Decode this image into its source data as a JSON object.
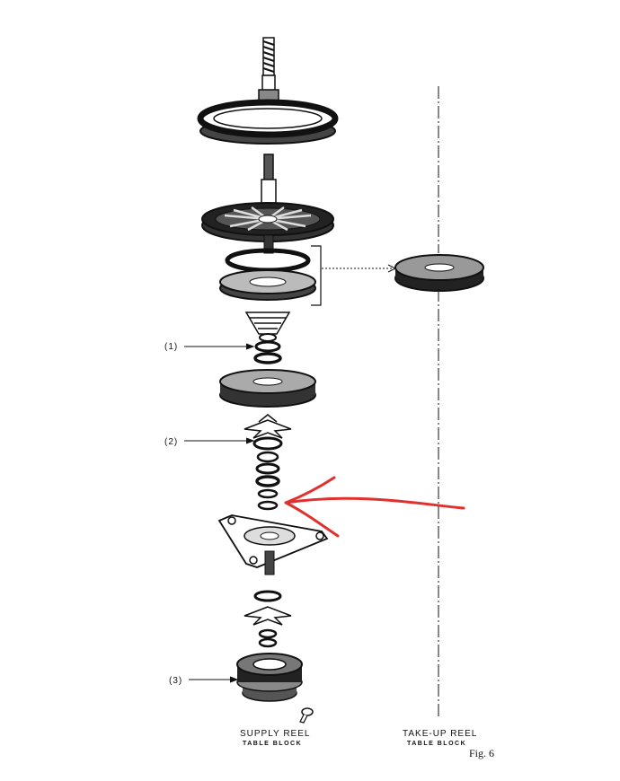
{
  "callouts": {
    "c1": "(1)",
    "c2": "(2)",
    "c3": "(3)"
  },
  "captions": {
    "supply_title": "SUPPLY REEL",
    "supply_sub": "TABLE BLOCK",
    "takeup_title": "TAKE-UP REEL",
    "takeup_sub": "TABLE BLOCK",
    "figure": "Fig. 6"
  },
  "colors": {
    "ink": "#111111",
    "annotation_arrow": "#e0312f",
    "paper": "#ffffff"
  }
}
